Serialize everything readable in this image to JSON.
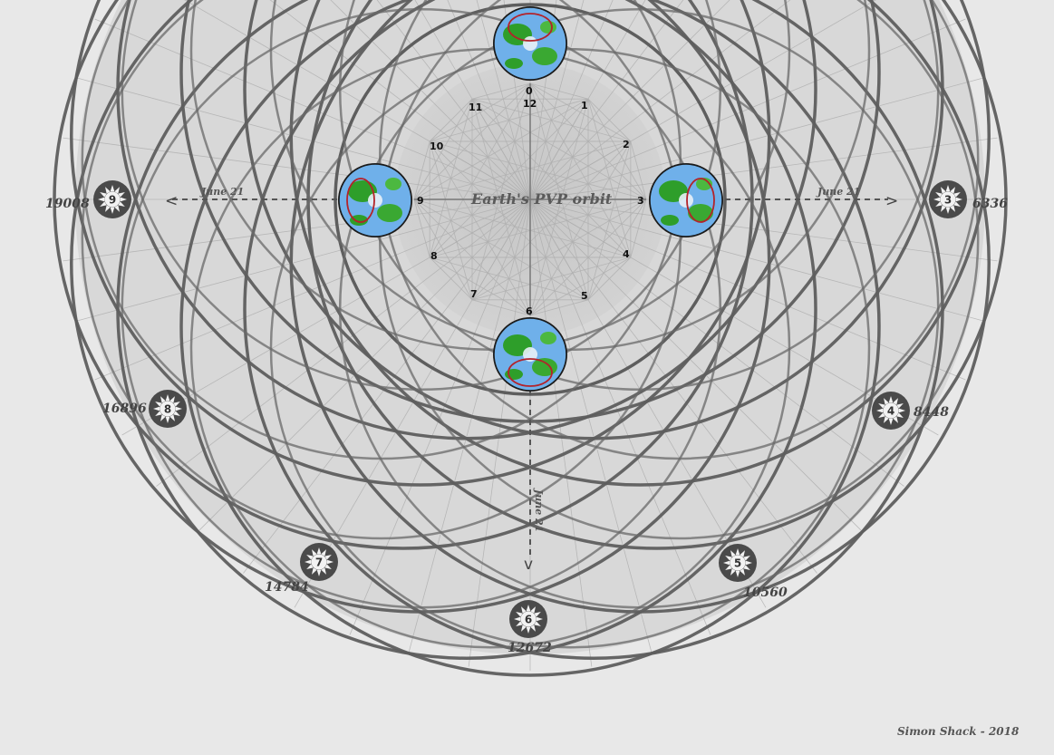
{
  "diagram": {
    "center_label": "Earth's PVP orbit",
    "credit": "Simon Shack - 2018",
    "direction_label": "June 21",
    "month_markers": [
      "0",
      "1",
      "2",
      "3",
      "4",
      "5",
      "6",
      "7",
      "8",
      "9",
      "10",
      "11",
      "12"
    ],
    "sun_positions": [
      {
        "number": "3",
        "years": "6336"
      },
      {
        "number": "4",
        "years": "8448"
      },
      {
        "number": "5",
        "years": "10560"
      },
      {
        "number": "6",
        "years": "12672"
      },
      {
        "number": "7",
        "years": "14784"
      },
      {
        "number": "8",
        "years": "16896"
      },
      {
        "number": "9",
        "years": "19008"
      }
    ],
    "earth_positions": [
      "top",
      "right",
      "bottom",
      "left"
    ]
  },
  "colors": {
    "background": "#e8e8e8",
    "outer_disc": "#d8d8d8",
    "orbit_stroke": "#5e5e5e",
    "ocean": "#6fb0ea",
    "land": "#2e9e2a",
    "equator_ring": "#b3232a"
  }
}
